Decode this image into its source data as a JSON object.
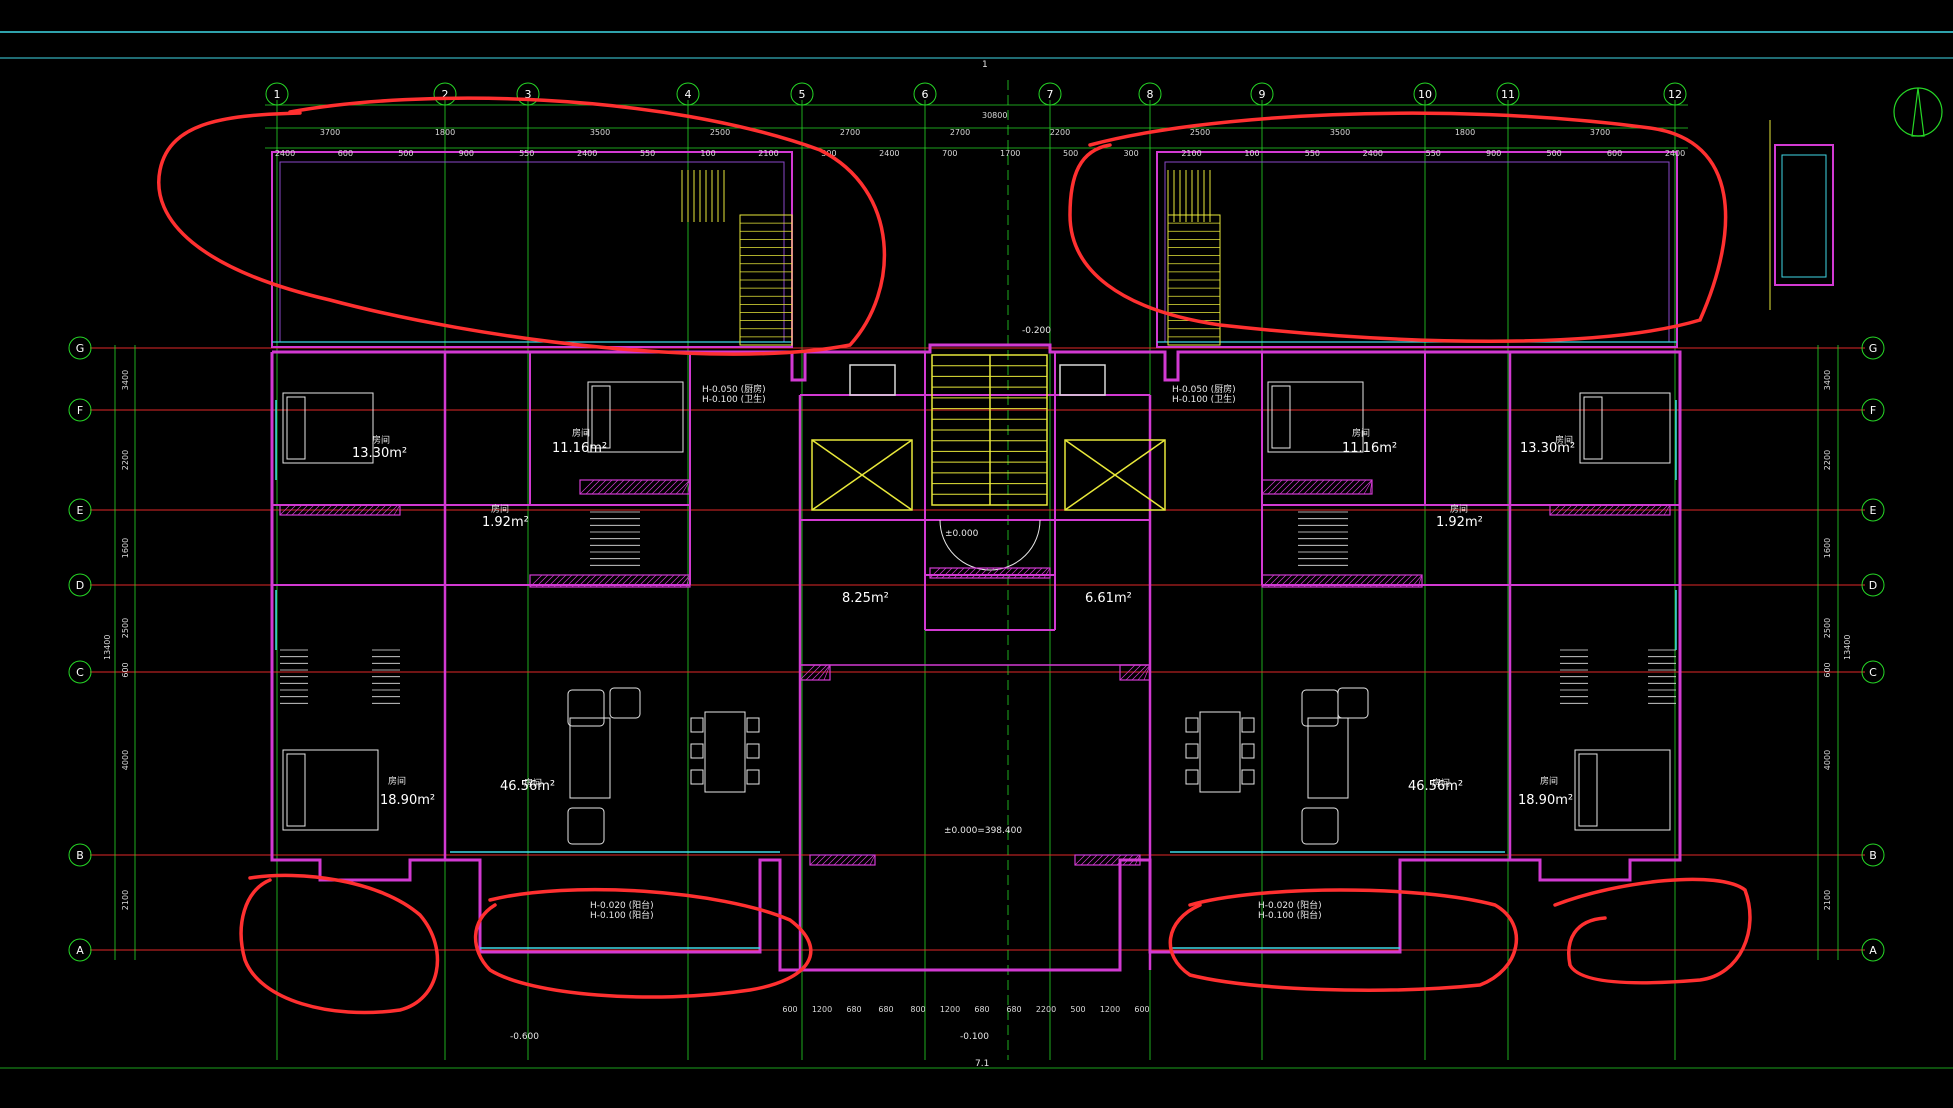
{
  "drawing": {
    "top_axes": [
      "1",
      "2",
      "3",
      "4",
      "5",
      "6",
      "7",
      "8",
      "9",
      "10",
      "11",
      "12"
    ],
    "side_axes": [
      "G",
      "F",
      "E",
      "D",
      "C",
      "B",
      "A"
    ],
    "center_axis": "1",
    "overall_width": "30800",
    "overall_depth": "13400",
    "top_dims_row1": [
      "3700",
      "1800",
      "3500",
      "2500",
      "2700",
      "2700",
      "2200",
      "2500",
      "3500",
      "1800",
      "3700"
    ],
    "top_dims_row2": [
      "2400",
      "600",
      "500",
      "900",
      "550",
      "2400",
      "550",
      "100",
      "2100",
      "300",
      "2400",
      "700",
      "1700",
      "500",
      "300",
      "2100",
      "100",
      "550",
      "2400",
      "550",
      "900",
      "500",
      "600",
      "2400"
    ],
    "left_dims": [
      "3400",
      "2200",
      "1600",
      "2500",
      "600",
      "4000",
      "2100"
    ],
    "rooms": {
      "bedroom_area_tl": "13.30m²",
      "bedroom_area_tm": "11.16m²",
      "bath_area_l": "1.92m²",
      "living_area_l": "46.56m²",
      "bedroom_area_bl": "18.90m²",
      "lobby_area_l": "8.25m²",
      "lobby_area_r": "6.61m²",
      "bedroom_area_tr": "13.30m²",
      "bedroom_area_tmr": "11.16m²",
      "bath_area_r": "1.92m²",
      "living_area_r": "46.56m²",
      "bedroom_area_br": "18.90m²",
      "room_label": "房间"
    },
    "elevations": {
      "level_0": "±0.000",
      "level_0_abs": "±0.000=398.400",
      "level_neg_600": "-0.600",
      "level_neg_100": "-0.100",
      "level_neg_200": "-0.200",
      "wet_1": "H-0.050 (厨房)",
      "wet_2": "H-0.100 (卫生)",
      "balc_1": "H-0.020 (阳台)",
      "balc_2": "H-0.100 (阳台)"
    },
    "bottom_dims": [
      "600",
      "1200",
      "680",
      "680",
      "800",
      "1200",
      "680",
      "680",
      "2200",
      "500",
      "1200",
      "600"
    ],
    "bottom_total": "7.1"
  },
  "colors": {
    "background": "#000000",
    "wall": "#d23ad2",
    "axis_red": "#e02828",
    "green": "#26d626",
    "cyan": "#3fd7e6",
    "yellow": "#e8e83a",
    "markup": "#ff3030",
    "white": "#ffffff"
  }
}
